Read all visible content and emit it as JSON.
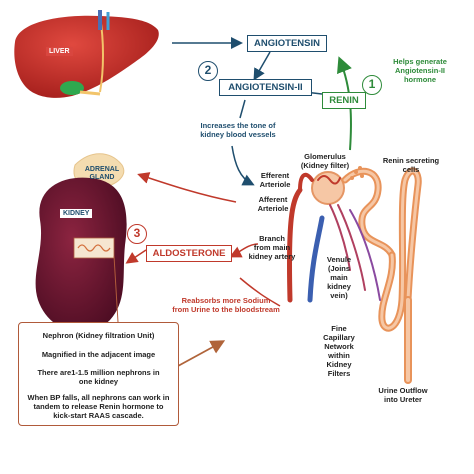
{
  "organs": {
    "liver_label": "LIVER",
    "adrenal_label": "ADRENAL\nGLAND",
    "kidney_label": "KIDNEY"
  },
  "steps": {
    "angiotensin": "ANGIOTENSIN",
    "angiotensin_ii": "ANGIOTENSIN-II",
    "renin": "RENIN",
    "aldosterone": "ALDOSTERONE",
    "num_1": "1",
    "num_2": "2",
    "num_3": "3"
  },
  "annotations": {
    "helps_generate": "Helps generate\nAngiotensin-II\nhormone",
    "increases_tone": "Increases the tone of\nkidney blood vessels",
    "reabsorbs": "Reabsorbs more Sodium\nfrom Urine to the bloodstream"
  },
  "nephron_labels": {
    "glomerulus": "Glomerulus\n(Kidney filter)",
    "renin_cells": "Renin secreting\ncells",
    "efferent": "Efferent\nArteriole",
    "afferent": "Afferent\nArteriole",
    "branch": "Branch\nfrom main\nkidney artery",
    "venule": "Venule\n(Joins\nmain\nkidney\nvein)",
    "capillary": "Fine\nCapillary\nNetwork\nwithin\nKidney\nFilters",
    "urine": "Urine Outflow\ninto Ureter"
  },
  "info_box": {
    "line1": "Nephron (Kidney filtration Unit)",
    "line2": "Magnified in the adjacent image",
    "line3": "There are1-1.5 million nephrons in\none kidney",
    "line4": "When BP falls, all nephrons can work in\ntandem to release Renin hormone to\nkick-start RAAS cascade."
  },
  "colors": {
    "navy": "#1f4e6e",
    "green": "#2e8b3a",
    "red": "#c0392b",
    "liver": "#c62f2a",
    "kidney": "#6b1530",
    "nephron": "#e8935a",
    "box_border": "#b05a3a"
  }
}
